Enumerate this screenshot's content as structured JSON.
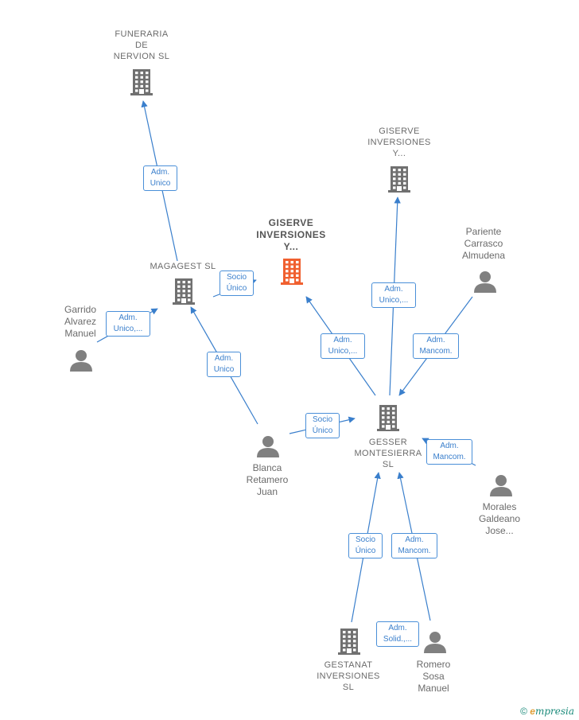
{
  "nodes": [
    {
      "id": "funeraria",
      "type": "company",
      "label": "FUNERARIA\nDE\nNERVION  SL"
    },
    {
      "id": "giserve_top",
      "type": "company",
      "label": "GISERVE\nINVERSIONES\nY..."
    },
    {
      "id": "giserve_focus",
      "type": "focus",
      "label": "GISERVE\nINVERSIONES\nY..."
    },
    {
      "id": "magagest",
      "type": "company",
      "label": "MAGAGEST SL"
    },
    {
      "id": "pariente",
      "type": "person",
      "label": "Pariente\nCarrasco\nAlmudena"
    },
    {
      "id": "garrido",
      "type": "person",
      "label": "Garrido\nAlvarez\nManuel"
    },
    {
      "id": "blanca",
      "type": "person",
      "label": "Blanca\nRetamero\nJuan"
    },
    {
      "id": "gesser",
      "type": "company",
      "label": "GESSER\nMONTESIERRA\nSL"
    },
    {
      "id": "morales",
      "type": "person",
      "label": "Morales\nGaldeano\nJose..."
    },
    {
      "id": "gestanat",
      "type": "company",
      "label": "GESTANAT\nINVERSIONES\nSL"
    },
    {
      "id": "romero",
      "type": "person",
      "label": "Romero\nSosa\nManuel"
    }
  ],
  "edges": [
    {
      "id": "e1",
      "label": "Adm.\nUnico"
    },
    {
      "id": "e2",
      "label": "Socio\nÚnico"
    },
    {
      "id": "e3",
      "label": "Adm.\nUnico,..."
    },
    {
      "id": "e4",
      "label": "Adm.\nUnico"
    },
    {
      "id": "e5",
      "label": "Socio\nÚnico"
    },
    {
      "id": "e6",
      "label": "Adm.\nUnico,..."
    },
    {
      "id": "e7",
      "label": "Adm.\nUnico,..."
    },
    {
      "id": "e8",
      "label": "Adm.\nMancom."
    },
    {
      "id": "e9",
      "label": "Adm.\nMancom."
    },
    {
      "id": "e10",
      "label": "Socio\nÚnico"
    },
    {
      "id": "e11",
      "label": "Adm.\nMancom."
    },
    {
      "id": "e12",
      "label": "Adm.\nSolid.,..."
    }
  ],
  "colors": {
    "edge": "#3a7fcc",
    "company": "#707070",
    "focus": "#f06030",
    "person": "#808080"
  },
  "brand": {
    "copyright": "©",
    "e_letter": "e",
    "rest": "mpresia"
  }
}
